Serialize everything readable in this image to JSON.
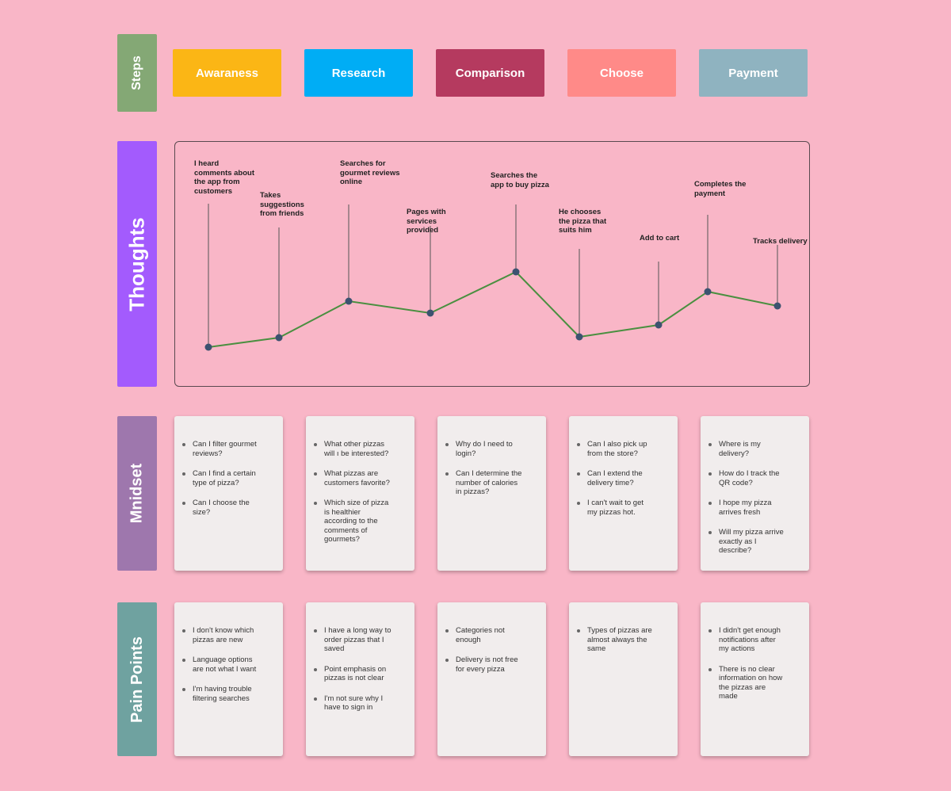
{
  "labels": {
    "steps": "Steps",
    "thoughts": "Thoughts",
    "mindset": "Mnidset",
    "pain_points": "Pain Points"
  },
  "colors": {
    "background": "#f9b6c7",
    "steps_label": "#84a875",
    "thoughts_label": "#a35bfd",
    "mindset_label": "#9e77ad",
    "pain_points_label": "#6fa2a0",
    "line": "#4a8f40",
    "dot": "#3c5270"
  },
  "steps": [
    {
      "label": "Awaraness",
      "color": "#fbb615"
    },
    {
      "label": "Research",
      "color": "#00adf5"
    },
    {
      "label": "Comparison",
      "color": "#b53a5f"
    },
    {
      "label": "Choose",
      "color": "#ff8a88"
    },
    {
      "label": "Payment",
      "color": "#8fb3c0"
    }
  ],
  "thoughts": [
    {
      "text": "I heard\ncomments about\nthe app from\ncustomers"
    },
    {
      "text": "Takes\nsuggestions\nfrom friends"
    },
    {
      "text": "Searches for\ngourmet reviews\nonline"
    },
    {
      "text": "Pages with\nservices\nprovided"
    },
    {
      "text": "Searches the\napp to buy pizza"
    },
    {
      "text": "He chooses\nthe pizza that\nsuits him"
    },
    {
      "text": "Add to cart"
    },
    {
      "text": "Completes the\npayment"
    },
    {
      "text": "Tracks delivery"
    }
  ],
  "mindset": [
    [
      "Can I filter gourmet\nreviews?",
      "Can I find a certain\ntype of pizza?",
      "Can I choose the\nsize?"
    ],
    [
      "What other pizzas\nwill ı be interested?",
      "What pizzas are\ncustomers favorite?",
      "Which size of pizza\nis healthier\naccording to the\ncomments of\ngourmets?"
    ],
    [
      "Why do I need to\nlogin?",
      "Can I determine the\nnumber of calories\nin pizzas?"
    ],
    [
      "Can I also pick up\nfrom the store?",
      "Can I extend the\ndelivery time?",
      "I can't wait to get\nmy pizzas hot."
    ],
    [
      "Where is my\ndelivery?",
      "How do I track the\nQR code?",
      "I hope my pizza\narrives fresh",
      "Will my pizza arrive\nexactly as I\ndescribe?"
    ]
  ],
  "pain_points": [
    [
      "I don't know which\npizzas are new",
      "Language options\nare not what I want",
      "I'm having trouble\nfiltering searches"
    ],
    [
      "I have a long way to\norder pizzas that I\nsaved",
      "Point emphasis on\npizzas is not clear",
      "I'm not sure why I\nhave to sign in"
    ],
    [
      "Categories not\nenough",
      "Delivery is not free\nfor every pizza"
    ],
    [
      "Types of pizzas are\nalmost always the\nsame"
    ],
    [
      "I didn't get enough\nnotifications after\nmy actions",
      "There is no clear\ninformation on how\nthe pizzas are\nmade"
    ]
  ]
}
